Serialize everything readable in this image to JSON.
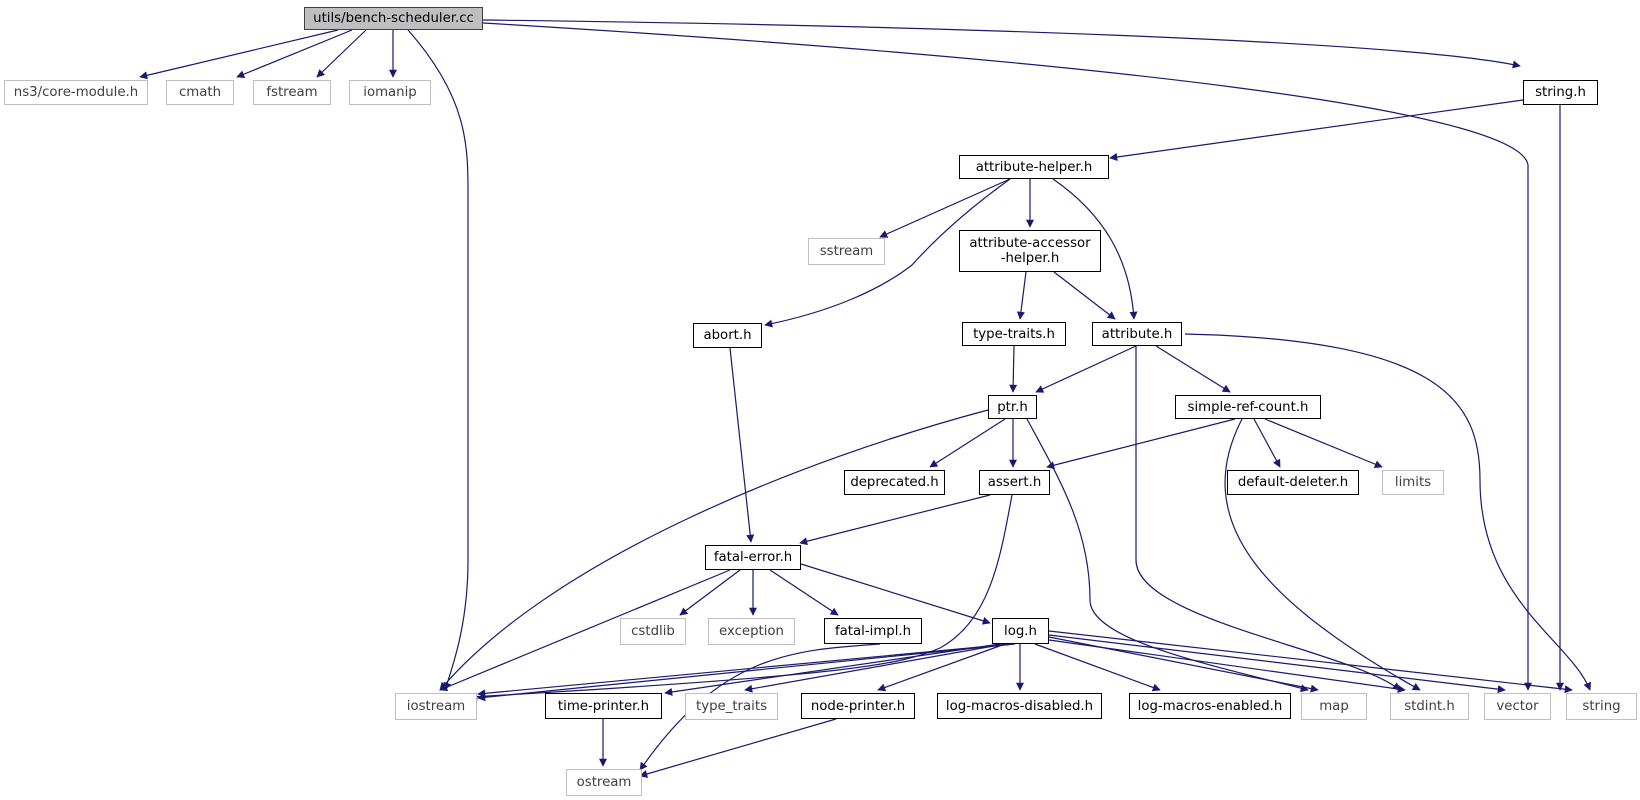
{
  "diagram": {
    "root": "utils/bench-scheduler.cc",
    "colors": {
      "edge": "#191970",
      "root_fill": "#bfbfbf",
      "root_border": "#404040",
      "local_border": "#000000",
      "external_border": "#bfbfbf",
      "external_text": "#404040"
    },
    "nodes": {
      "root": "utils/bench-scheduler.cc",
      "ns3_core_module": "ns3/core-module.h",
      "cmath": "cmath",
      "fstream": "fstream",
      "iomanip": "iomanip",
      "string_h": "string.h",
      "attribute_helper": "attribute-helper.h",
      "sstream": "sstream",
      "attribute_accessor_helper": "attribute-accessor\n-helper.h",
      "abort_h": "abort.h",
      "type_traits_h": "type-traits.h",
      "attribute_h": "attribute.h",
      "ptr_h": "ptr.h",
      "simple_ref_count": "simple-ref-count.h",
      "deprecated_h": "deprecated.h",
      "assert_h": "assert.h",
      "default_deleter": "default-deleter.h",
      "limits": "limits",
      "fatal_error": "fatal-error.h",
      "cstdlib": "cstdlib",
      "exception": "exception",
      "fatal_impl": "fatal-impl.h",
      "log_h": "log.h",
      "iostream": "iostream",
      "time_printer": "time-printer.h",
      "type_traits": "type_traits",
      "node_printer": "node-printer.h",
      "log_macros_disabled": "log-macros-disabled.h",
      "log_macros_enabled": "log-macros-enabled.h",
      "map": "map",
      "stdint_h": "stdint.h",
      "vector": "vector",
      "string": "string",
      "ostream": "ostream"
    }
  }
}
